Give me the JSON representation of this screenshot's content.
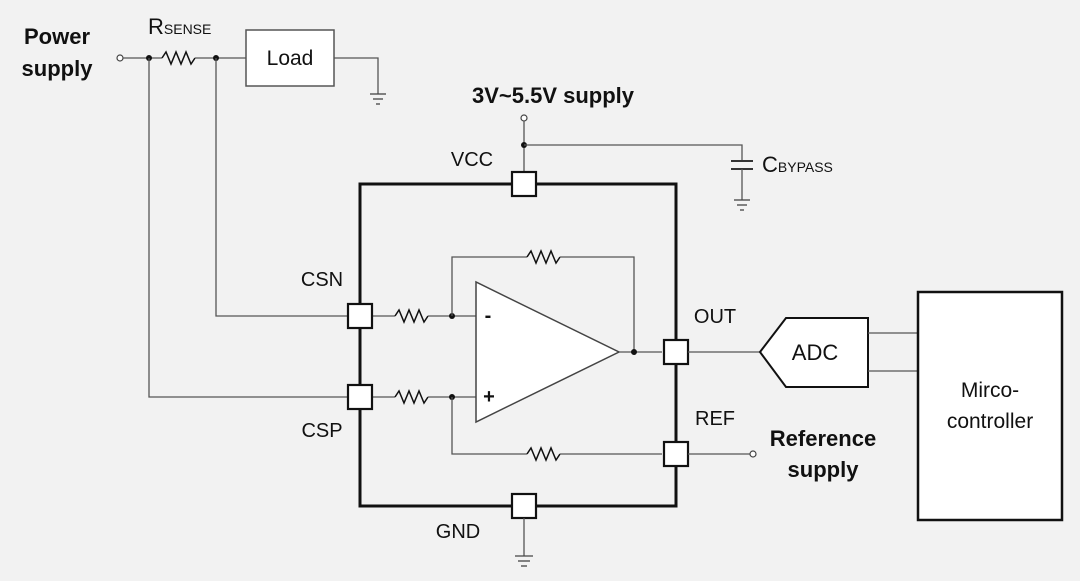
{
  "labels": {
    "power_supply_line1": "Power",
    "power_supply_line2": "supply",
    "rsense_main": "R",
    "rsense_sub": "SENSE",
    "load": "Load",
    "supply_range": "3V~5.5V supply",
    "vcc": "VCC",
    "cbypass_main": "C",
    "cbypass_sub": "BYPASS",
    "csn": "CSN",
    "csp": "CSP",
    "out": "OUT",
    "ref": "REF",
    "gnd": "GND",
    "minus": "-",
    "plus": "+",
    "adc": "ADC",
    "reference_line1": "Reference",
    "reference_line2": "supply",
    "mcu_line1": "Mirco-",
    "mcu_line2": "controller"
  },
  "colors": {
    "background": "#f2f2f2",
    "wire": "#555555",
    "outline": "#111111"
  }
}
